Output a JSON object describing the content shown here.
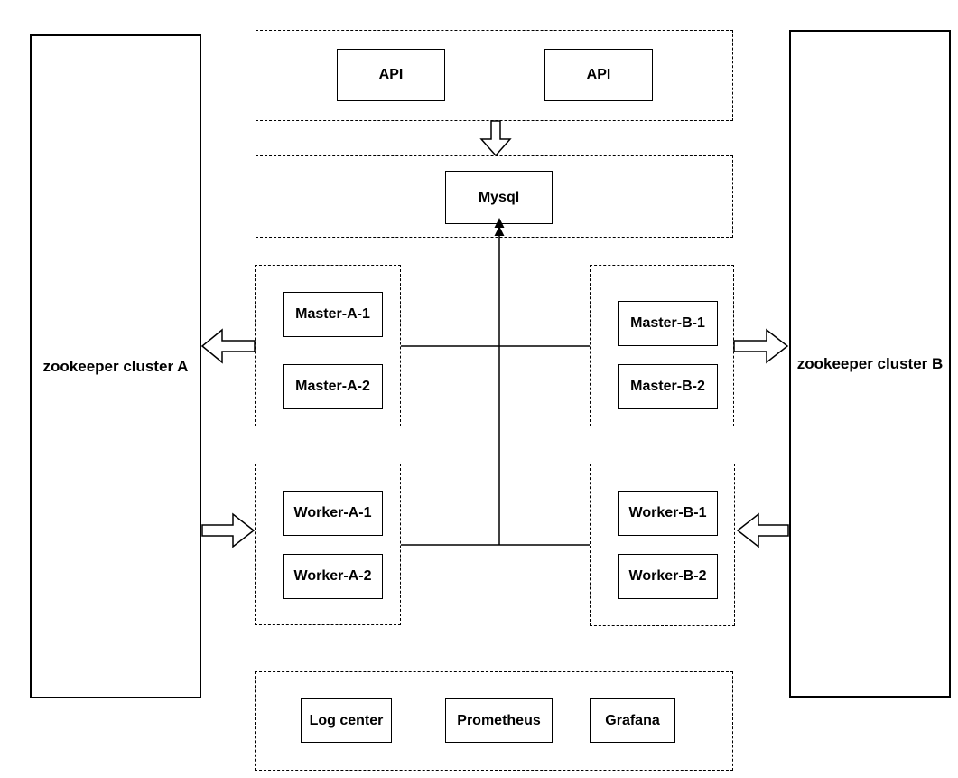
{
  "diagram": {
    "colors": {
      "background": "#ffffff",
      "line": "#000000",
      "node_fill": "#ffffff",
      "text": "#000000"
    },
    "zookeeper_a": {
      "label": "zookeeper cluster A"
    },
    "zookeeper_b": {
      "label": "zookeeper cluster B"
    },
    "api_group": {
      "nodes": [
        "API",
        "API"
      ]
    },
    "mysql_group": {
      "nodes": [
        "Mysql"
      ]
    },
    "master_a_group": {
      "nodes": [
        "Master-A-1",
        "Master-A-2"
      ]
    },
    "master_b_group": {
      "nodes": [
        "Master-B-1",
        "Master-B-2"
      ]
    },
    "worker_a_group": {
      "nodes": [
        "Worker-A-1",
        "Worker-A-2"
      ]
    },
    "worker_b_group": {
      "nodes": [
        "Worker-B-1",
        "Worker-B-2"
      ]
    },
    "monitoring_group": {
      "nodes": [
        "Log center",
        "Prometheus",
        "Grafana"
      ]
    },
    "connections": [
      {
        "from": "api-group",
        "to": "mysql-group",
        "type": "block-arrow",
        "direction": "down"
      },
      {
        "from": "master-a-group",
        "to": "zookeeper-cluster-a",
        "type": "block-arrow",
        "direction": "left"
      },
      {
        "from": "master-b-group",
        "to": "zookeeper-cluster-b",
        "type": "block-arrow",
        "direction": "right"
      },
      {
        "from": "zookeeper-cluster-a",
        "to": "worker-a-group",
        "type": "block-arrow",
        "direction": "right"
      },
      {
        "from": "zookeeper-cluster-b",
        "to": "worker-b-group",
        "type": "block-arrow",
        "direction": "left"
      },
      {
        "from": "master-a-group",
        "to": "master-b-group",
        "type": "line"
      },
      {
        "from": "worker-a-group",
        "to": "worker-b-group",
        "type": "line"
      },
      {
        "from": "master-worker-junction",
        "to": "mysql",
        "type": "line",
        "arrowhead": "double-up"
      }
    ]
  }
}
